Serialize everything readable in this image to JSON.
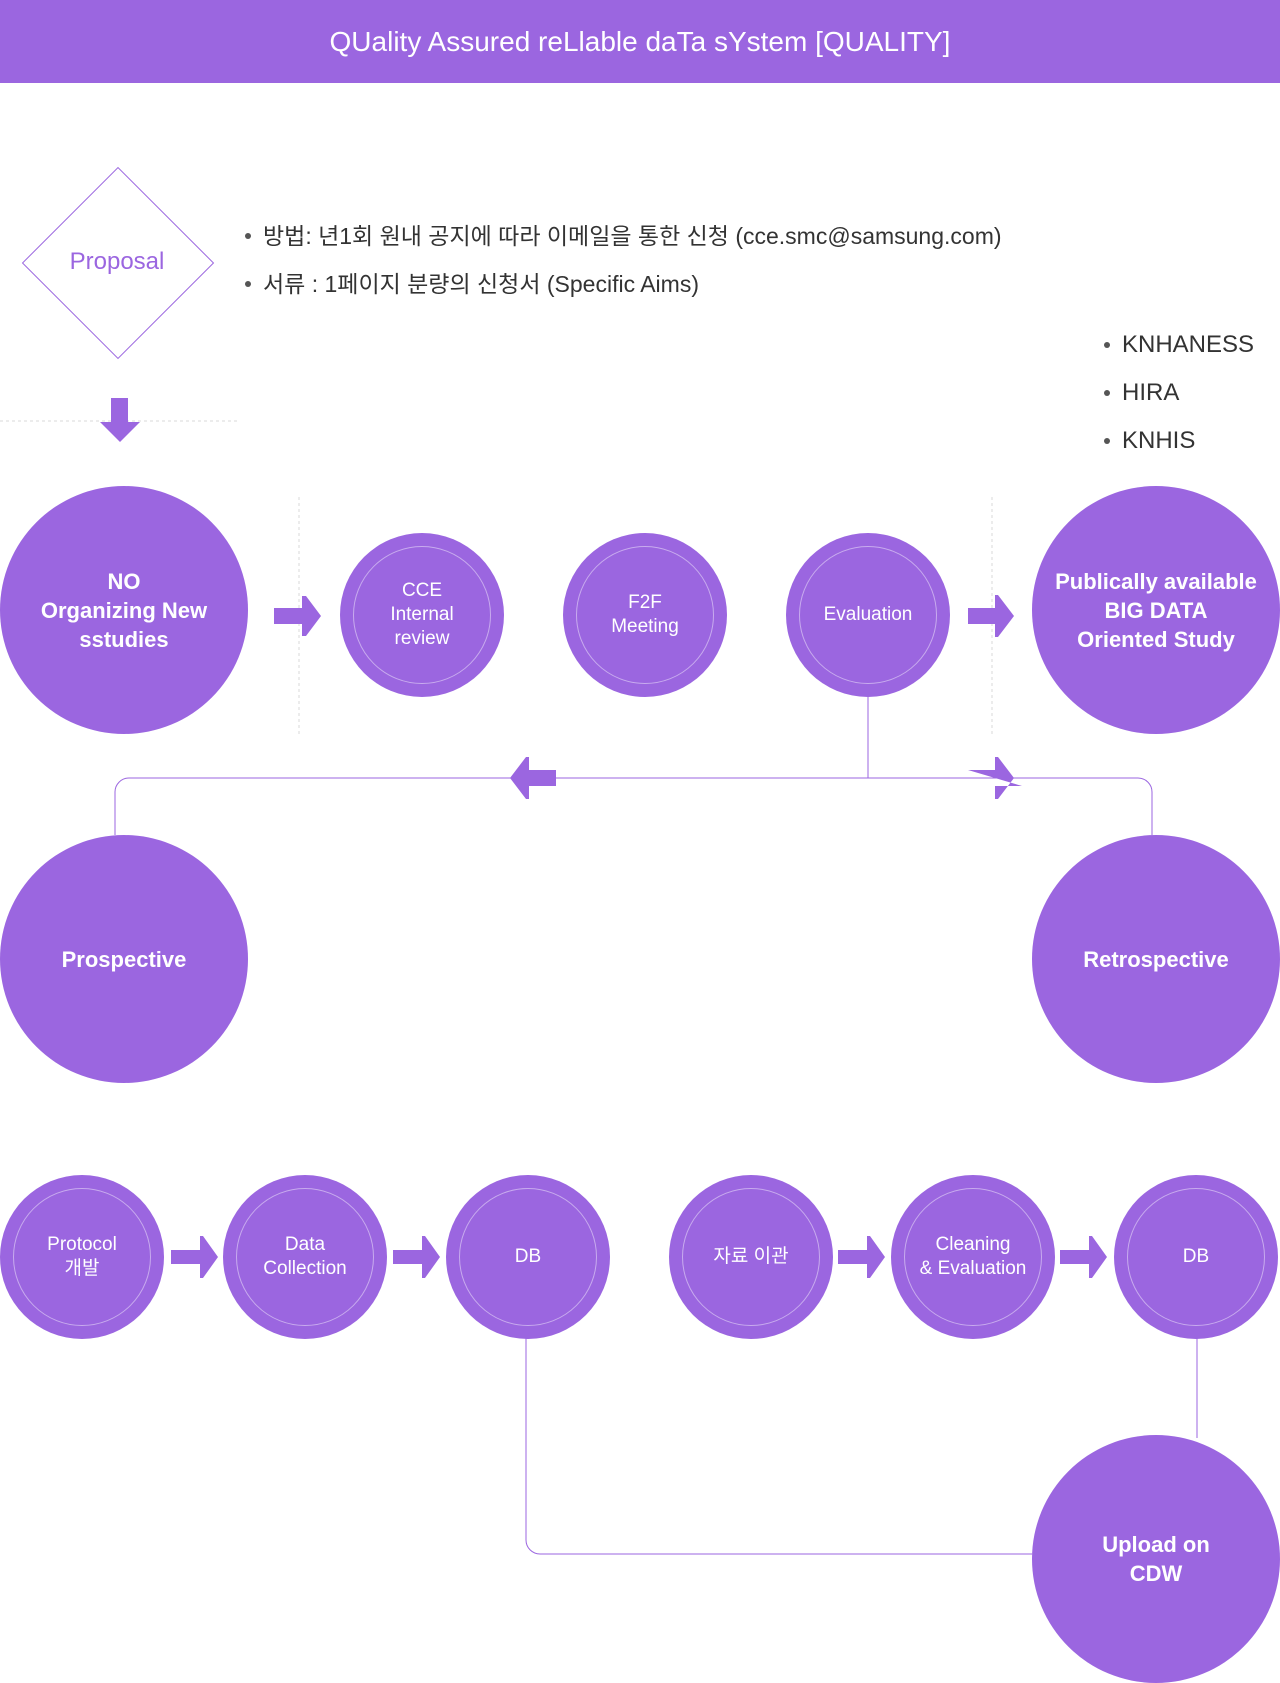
{
  "header": {
    "title": "QUality Assured reLlable daTa sYstem  [QUALITY]"
  },
  "proposal": {
    "label": "Proposal",
    "bullets": [
      "방법: 년1회 원내 공지에 따라 이메일을 통한 신청 (cce.smc@samsung.com)",
      "서류 : 1페이지 분량의 신청서 (Specific Aims)"
    ]
  },
  "sources": [
    "KNHANESS",
    "HIRA",
    "KNHIS"
  ],
  "nodes": {
    "no_circle": "NO\nOrganizing New sstudies",
    "cce_review": "CCE\nInternal\nreview",
    "f2f_meeting": "F2F\nMeeting",
    "evaluation": "Evaluation",
    "big_data": "Publically available\nBIG DATA\nOriented Study",
    "prospective": "Prospective",
    "retrospective": "Retrospective",
    "protocol": "Protocol\n개발",
    "data_collection": "Data\nCollection",
    "db_left": "DB",
    "data_transfer": "자료 이관",
    "cleaning": "Cleaning\n& Evaluation",
    "db_right": "DB",
    "upload_cdw": "Upload on\nCDW"
  },
  "colors": {
    "accent": "#9b66e0",
    "text": "#333333",
    "divider": "#d8d8d8"
  }
}
